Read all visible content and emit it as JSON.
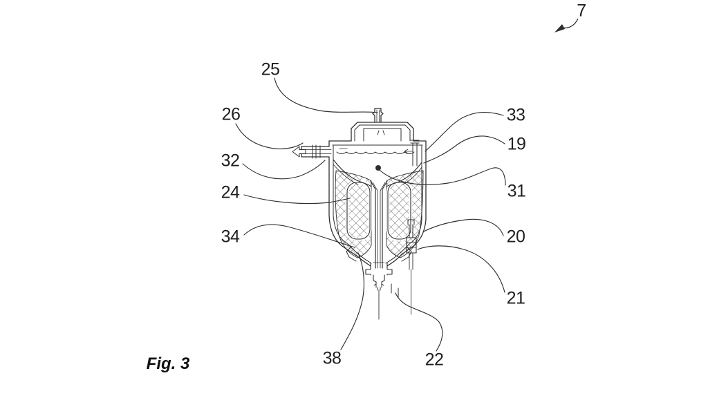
{
  "figure": {
    "caption": "Fig. 3",
    "assembly_label": "7",
    "reference_numerals": {
      "n25": "25",
      "n26": "26",
      "n32": "32",
      "n24": "24",
      "n34": "34",
      "n33": "33",
      "n19": "19",
      "n31": "31",
      "n20": "20",
      "n21": "21",
      "n38": "38",
      "n22": "22"
    },
    "colors": {
      "line": "#2e2e2e",
      "text": "#1f1f1f",
      "background": "#ffffff"
    }
  }
}
